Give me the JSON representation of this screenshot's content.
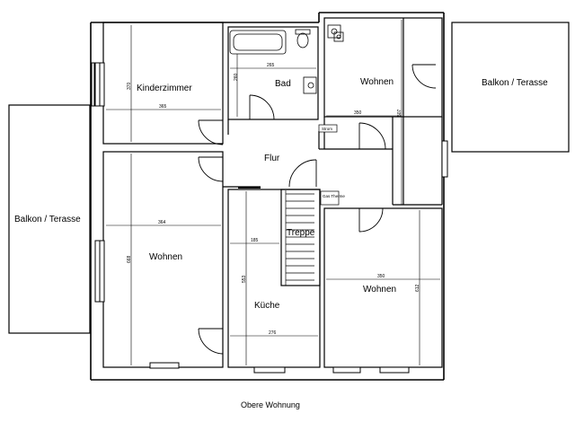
{
  "title": "Obere Wohnung",
  "rooms": {
    "kinderzimmer": "Kinderzimmer",
    "bad": "Bad",
    "wohnen_ne": "Wohnen",
    "balkon_e": "Balkon / Terasse",
    "balkon_w": "Balkon / Terasse",
    "flur": "Flur",
    "wohnen_w": "Wohnen",
    "treppe": "Treppe",
    "kueche": "Küche",
    "wohnen_se": "Wohnen"
  },
  "labels": {
    "strom": "Strom",
    "gas_therme": "Gas Therme"
  },
  "dimensions": {
    "kinder_h": "370",
    "kinder_w": "365",
    "bad_w": "265",
    "bad_h": "260",
    "wohnen_ne_w": "350",
    "wohnen_ne_h": "507",
    "wohnen_w_w": "364",
    "wohnen_w_h": "668",
    "kueche_w1": "185",
    "kueche_h": "553",
    "kueche_w2": "276",
    "wohnen_se_w": "350",
    "wohnen_se_h": "612"
  }
}
